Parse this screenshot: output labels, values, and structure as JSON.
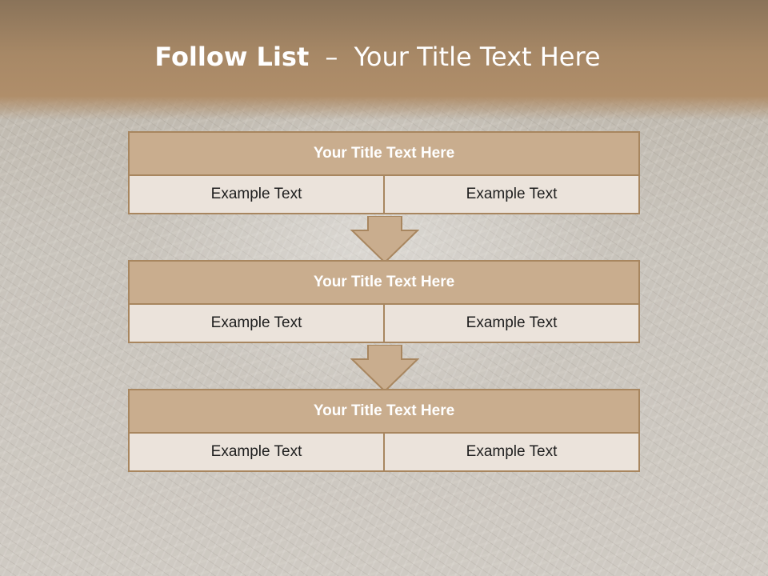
{
  "slide": {
    "title_bold": "Follow List",
    "title_sep": "–",
    "title_rest": "Your Title Text Here"
  },
  "blocks": [
    {
      "title": "Your Title Text Here",
      "left": "Example Text",
      "right": "Example Text"
    },
    {
      "title": "Your Title Text Here",
      "left": "Example Text",
      "right": "Example Text"
    },
    {
      "title": "Your Title Text Here",
      "left": "Example Text",
      "right": "Example Text"
    }
  ],
  "colors": {
    "header": "#a78866",
    "title_fill": "#c9ad8e",
    "cell_fill": "#ebe3db",
    "border": "#a8865f"
  }
}
